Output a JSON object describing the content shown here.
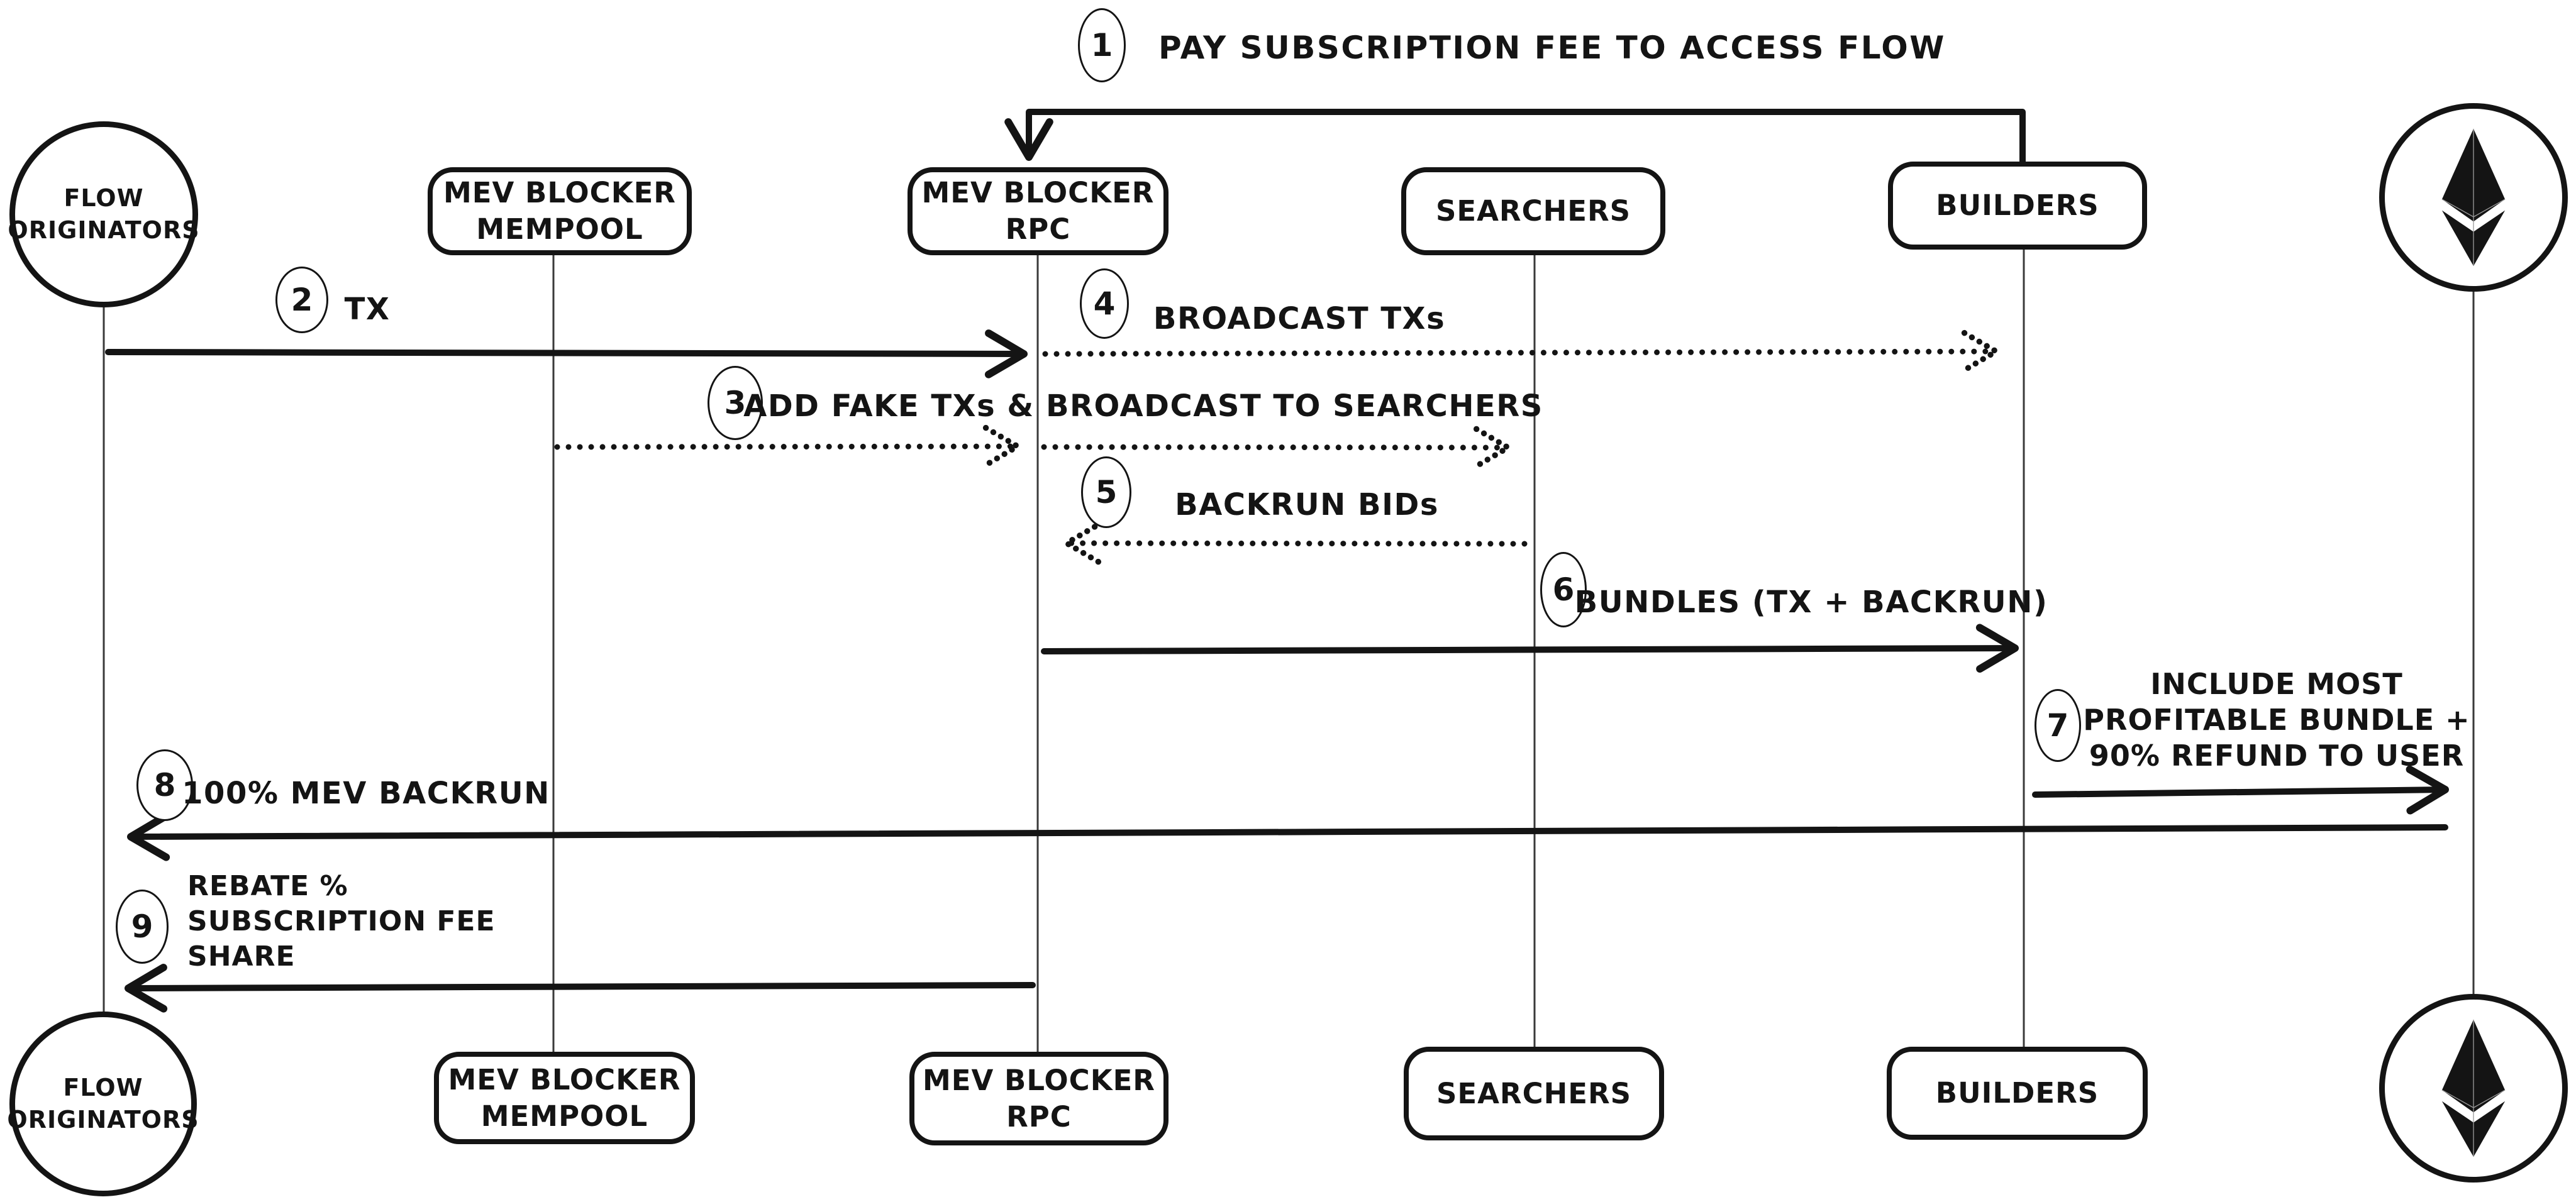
{
  "colors": {
    "ink": "#141414",
    "lifeline": "#3a3a3a",
    "background": "#ffffff"
  },
  "actors": {
    "flow_originators": {
      "line1": "FLOW",
      "line2": "ORIGINATORS",
      "shape": "circle"
    },
    "mempool": {
      "line1": "MEV BLOCKER",
      "line2": "MEMPOOL",
      "shape": "rounded-box"
    },
    "rpc": {
      "line1": "MEV BLOCKER",
      "line2": "RPC",
      "shape": "rounded-box"
    },
    "searchers": {
      "label": "SEARCHERS",
      "shape": "rounded-box"
    },
    "builders": {
      "label": "BUILDERS",
      "shape": "rounded-box"
    },
    "ethereum": {
      "icon": "ethereum-logo",
      "shape": "circle"
    }
  },
  "messages": {
    "m1": {
      "number": "1",
      "label": "PAY SUBSCRIPTION FEE TO ACCESS FLOW",
      "from": "builders",
      "to": "mev-blocker-rpc",
      "style": "solid"
    },
    "m2": {
      "number": "2",
      "label": "TX",
      "from": "flow-originators",
      "to": "mev-blocker-rpc",
      "style": "solid"
    },
    "m3": {
      "number": "3",
      "label": "ADD FAKE TXs & BROADCAST TO SEARCHERS",
      "from": "mev-blocker-mempool",
      "to": "searchers",
      "style": "dotted"
    },
    "m4": {
      "number": "4",
      "label": "BROADCAST TXs",
      "from": "mev-blocker-rpc",
      "to": "builders",
      "style": "dotted"
    },
    "m5": {
      "number": "5",
      "label": "BACKRUN BIDs",
      "from": "searchers",
      "to": "mev-blocker-rpc",
      "style": "dotted"
    },
    "m6": {
      "number": "6",
      "label": "BUNDLES (TX + BACKRUN)",
      "from": "mev-blocker-rpc",
      "to": "builders",
      "style": "solid"
    },
    "m7": {
      "number": "7",
      "line1": "INCLUDE MOST",
      "line2": "PROFITABLE BUNDLE +",
      "line3": "90% REFUND TO USER",
      "from": "builders",
      "to": "ethereum",
      "style": "solid"
    },
    "m8": {
      "number": "8",
      "label": "100% MEV BACKRUN",
      "from": "ethereum",
      "to": "flow-originators",
      "style": "solid"
    },
    "m9": {
      "number": "9",
      "line1": "REBATE %",
      "line2": "SUBSCRIPTION FEE",
      "line3": "SHARE",
      "from": "mev-blocker-rpc",
      "to": "flow-originators",
      "style": "solid"
    }
  }
}
